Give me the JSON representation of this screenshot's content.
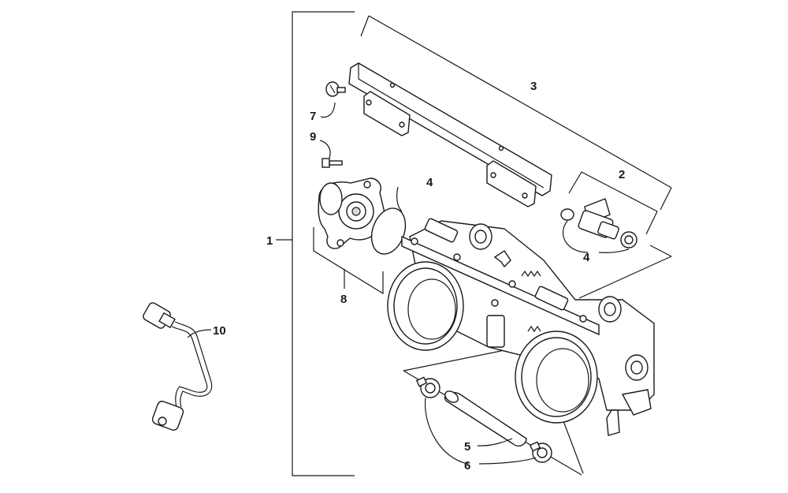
{
  "callouts": {
    "c1": "1",
    "c2": "2",
    "c3": "3",
    "c4a": "4",
    "c4b": "4",
    "c5": "5",
    "c6": "6",
    "c7": "7",
    "c8": "8",
    "c9": "9",
    "c10": "10"
  }
}
